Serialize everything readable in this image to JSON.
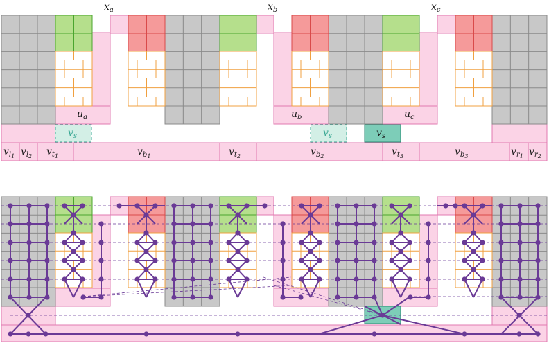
{
  "labels": {
    "x_a": "x",
    "x_a_sub": "a",
    "x_b": "x",
    "x_b_sub": "b",
    "x_c": "x",
    "x_c_sub": "c",
    "u_a": "u",
    "u_a_sub": "a",
    "u_b": "u",
    "u_b_sub": "b",
    "u_c": "u",
    "u_c_sub": "c",
    "v_s_ghost_1": "v",
    "v_s_ghost_1_sub": "s",
    "v_s_ghost_2": "v",
    "v_s_ghost_2_sub": "s",
    "v_s": "v",
    "v_s_sub": "s",
    "v_l1": "v",
    "v_l1_sub": "l",
    "v_l1_subsub": "1",
    "v_l2": "v",
    "v_l2_sub": "l",
    "v_l2_subsub": "2",
    "v_t1": "v",
    "v_t1_sub": "t",
    "v_t1_subsub": "1",
    "v_b1": "v",
    "v_b1_sub": "b",
    "v_b1_subsub": "1",
    "v_t2": "v",
    "v_t2_sub": "t",
    "v_t2_subsub": "2",
    "v_b2": "v",
    "v_b2_sub": "b",
    "v_b2_subsub": "2",
    "v_t3": "v",
    "v_t3_sub": "t",
    "v_t3_subsub": "3",
    "v_b3": "v",
    "v_b3_sub": "b",
    "v_b3_subsub": "3",
    "v_r1": "v",
    "v_r1_sub": "r",
    "v_r1_subsub": "1",
    "v_r2": "v",
    "v_r2_sub": "r",
    "v_r2_subsub": "2"
  },
  "colors": {
    "gray_cell": "#c8c8c8",
    "gray_stroke": "#8a8a8a",
    "green_cell": "#b5df8c",
    "green_stroke": "#4aa52e",
    "red_cell": "#f59a9a",
    "red_stroke": "#d94a4a",
    "orange_stroke": "#f0a040",
    "pink_fill": "#fbd3e6",
    "pink_stroke": "#e07ab0",
    "teal_fill": "#7dcdb8",
    "teal_stroke": "#2a8a74",
    "ghost_fill": "#d3efe6",
    "graph_purple": "#6a3a96"
  }
}
